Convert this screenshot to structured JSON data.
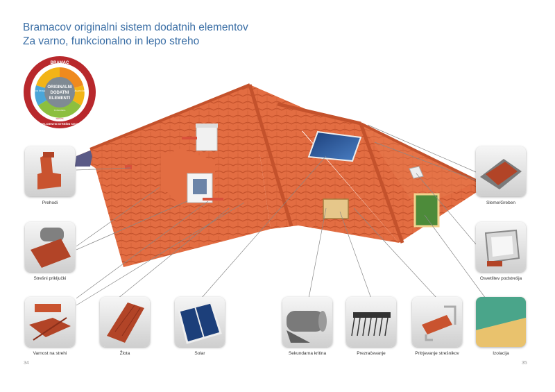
{
  "heading": {
    "line1": "Bramacov originalni sistem dodatnih elementov",
    "line2": "Za varno, funkcionalno in lepo streho"
  },
  "badge": {
    "top": "BRAMAC",
    "center1": "ORIGINALNI",
    "center2": "DODATNI",
    "center3": "ELEMENTI",
    "left": "BETON ŠTAVE",
    "right": "ŽGANI ČREPI",
    "bottom_inner": "TOPLINSKA",
    "bottom_label": "SERVIS",
    "ring": "INTELIGENTNI STREŠNI SISTEM",
    "colors": {
      "ring": "#b8282c",
      "yellow": "#f2b417",
      "orange": "#ef8a1e",
      "blue": "#4aa6d8",
      "green": "#8cbf3f",
      "center": "#7f8a93"
    }
  },
  "products": {
    "prehodi": "Prehodi",
    "strešni": "Strešni priključki",
    "varnost": "Varnost na strehi",
    "zlota": "Žlota",
    "solar": "Solar",
    "sekundarna": "Sekundarna kritina",
    "prezracevanje": "Prezračevanje",
    "pritrjevanje": "Pritrjevanje strešnikov",
    "izolacija": "Izolacija",
    "sleme": "Sleme/Greben",
    "osvetlitev": "Osvetlitev podstrešja"
  },
  "page_numbers": {
    "left": "34",
    "right": "35"
  },
  "colors": {
    "roof": "#e0693f",
    "roof_dark": "#c4522c",
    "heading": "#3a6ea5"
  }
}
